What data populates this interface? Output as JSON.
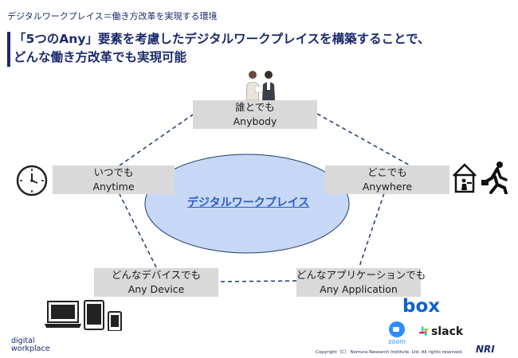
{
  "header": {
    "kicker": "デジタルワークプレイス＝働き方改革を実現する環境",
    "title_line1": "「5つのAny」要素を考慮したデジタルワークプレイスを構築することで、",
    "title_line2": "どんな働き方改革でも実現可能"
  },
  "diagram": {
    "center": "デジタルワークプレイス",
    "nodes": [
      {
        "ja": "誰とでも",
        "en": "Anybody",
        "icon": "business-people-icon"
      },
      {
        "ja": "いつでも",
        "en": "Anytime",
        "icon": "clock-icon"
      },
      {
        "ja": "どこでも",
        "en": "Anywhere",
        "icon": "home-office-icon"
      },
      {
        "ja": "どんなデバイスでも",
        "en": "Any Device",
        "icon": "devices-icon"
      },
      {
        "ja": "どんなアプリケーションでも",
        "en": "Any Application",
        "icon": "app-logos"
      }
    ]
  },
  "apps": {
    "box": "box",
    "zoom": "zoom",
    "slack": "slack"
  },
  "footer": {
    "logo_line1": "digital",
    "logo_line2": "workplace",
    "copyright": "Copyright（C） Nomura Research Institute, Ltd. All rights reserved.",
    "company_logo": "NRI"
  },
  "colors": {
    "title": "#1a2a6c",
    "node_fill": "#d9d9d9",
    "ellipse_fill": "#c6d8f5",
    "center_text": "#2e5bc6",
    "edge": "#1f3a6b"
  }
}
